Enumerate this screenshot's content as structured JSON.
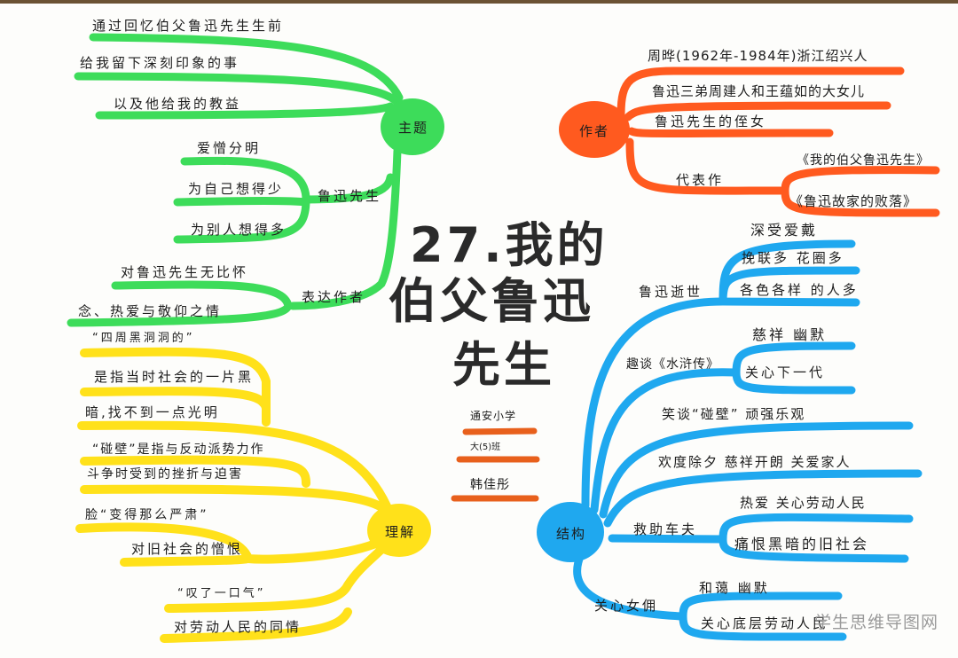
{
  "title": {
    "line1": "27.我的",
    "line2": "伯父鲁迅",
    "line3": "先生"
  },
  "colors": {
    "theme": "#3ddc5a",
    "author": "#ff5a1f",
    "understanding": "#ffe11a",
    "structure": "#1fa8ef",
    "title": "#2a2a2a"
  },
  "signature": {
    "school": "通安小学",
    "class": "大(5)班",
    "name": "韩佳彤"
  },
  "theme": {
    "label": "主题",
    "items": [
      "通过回忆伯父鲁迅先生生前",
      "给我留下深刻印象的事",
      "以及他给我的教益"
    ],
    "luxun": {
      "label": "鲁迅先生",
      "items": [
        "爱憎分明",
        "为自己想得少",
        "为别人想得多"
      ]
    },
    "express": {
      "label": "表达作者",
      "items": [
        "对鲁迅先生无比怀",
        "念、热爱与敬仰之情"
      ]
    }
  },
  "author": {
    "label": "作者",
    "items": [
      "周晔(1962年-1984年)浙江绍兴人",
      "鲁迅三弟周建人和王蕴如的大女儿",
      "鲁迅先生的侄女"
    ],
    "works": {
      "label": "代表作",
      "items": [
        "《我的伯父鲁迅先生》",
        "《鲁迅故家的败落》"
      ]
    }
  },
  "understanding": {
    "label": "理解",
    "items": [
      "“四周黑洞洞的”",
      "是指当时社会的一片黑",
      "暗,找不到一点光明",
      "“碰壁”是指与反动派势力作",
      "斗争时受到的挫折与迫害",
      "脸“变得那么严肃”",
      "对旧社会的憎恨",
      "“叹了一口气”",
      "对劳动人民的同情"
    ]
  },
  "structure": {
    "label": "结构",
    "sections": [
      {
        "label": "鲁迅逝世",
        "items": [
          "深受爱戴",
          "挽联多 花圈多",
          "各色各样 的人多"
        ]
      },
      {
        "label": "趣谈《水浒传》",
        "items": [
          "慈祥 幽默",
          "关心下一代"
        ]
      },
      {
        "label": "笑谈“碰壁” 顽强乐观",
        "items": []
      },
      {
        "label": "欢度除夕 慈祥开朗 关爱家人",
        "items": []
      },
      {
        "label": "救助车夫",
        "items": [
          "热爱 关心劳动人民",
          "痛恨黑暗的旧社会"
        ]
      },
      {
        "label": "关心女佣",
        "items": [
          "和蔼 幽默",
          "关心底层劳动人民"
        ]
      }
    ]
  },
  "watermark": "学生思维导图网"
}
